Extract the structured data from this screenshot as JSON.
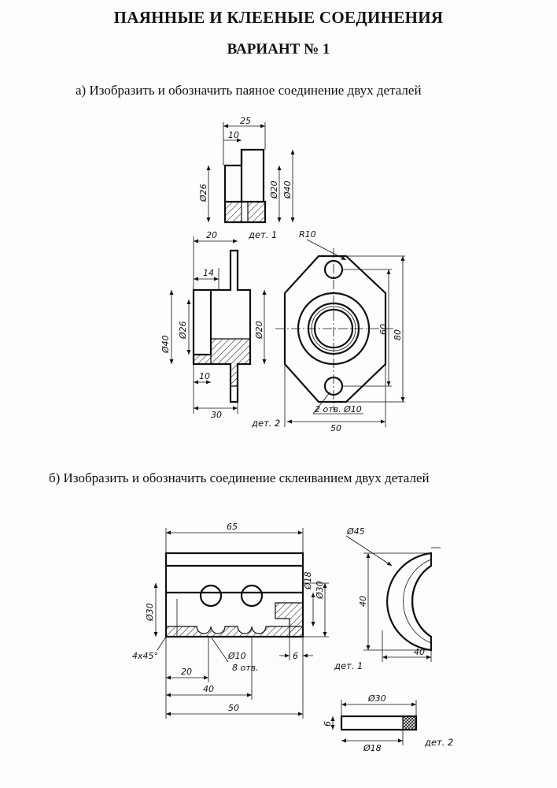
{
  "header": {
    "title": "ПАЯННЫЕ И КЛЕЕНЫЕ СОЕДИНЕНИЯ",
    "variant": "ВАРИАНТ № 1"
  },
  "task_a": {
    "text": "а) Изобразить и обозначить паяное соединение двух деталей",
    "part1": {
      "label": "дет. 1",
      "dims": {
        "d25": "25",
        "d10": "10",
        "dia26": "Ø26",
        "dia20": "Ø20",
        "dia40": "Ø40"
      }
    },
    "part2": {
      "label": "дет. 2",
      "dims": {
        "d20": "20",
        "d14": "14",
        "dia40": "Ø40",
        "dia26": "Ø26",
        "dia20": "Ø20",
        "d10": "10",
        "d30": "30",
        "r10": "R10",
        "d60": "60",
        "d80": "80",
        "holes": "2 отв. Ø10",
        "d50": "50"
      }
    }
  },
  "task_b": {
    "text": "б)  Изобразить и обозначить  соединение склеиванием двух деталей",
    "part1": {
      "label": "дет. 1",
      "dims": {
        "d65": "65",
        "dia30": "Ø30",
        "dia18": "Ø18",
        "dia30b": "Ø30",
        "d40": "40",
        "chamfer": "4х45°",
        "dia10": "Ø10",
        "holes": "8 отв.",
        "d6": "6",
        "d20": "20",
        "d40b": "40",
        "d50": "50",
        "dia45": "Ø45",
        "d40c": "40"
      }
    },
    "part2": {
      "label": "дет. 2",
      "dims": {
        "dia30": "Ø30",
        "d6": "6",
        "dia18": "Ø18"
      }
    }
  }
}
